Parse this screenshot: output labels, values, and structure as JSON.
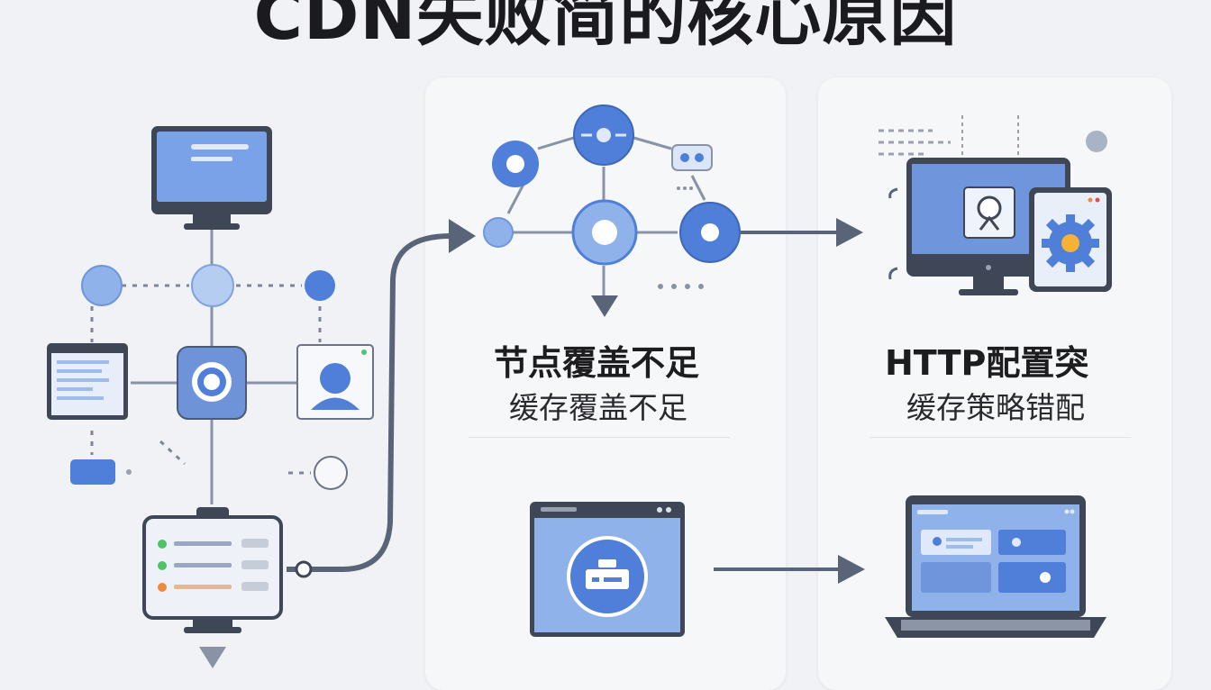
{
  "title": "CDN失败简的核心原因",
  "panels": [
    {
      "heading": "节点覆盖不足",
      "subheading": "缓存覆盖不足"
    },
    {
      "heading": "HTTP配置突",
      "subheading": "缓存策略错配"
    }
  ],
  "colors": {
    "accent": "#4f7fd8",
    "accent_light": "#9dbcea",
    "line": "#5a6479",
    "panel": "#f6f7f9",
    "background": "#f1f2f5",
    "status_green": "#4cc467",
    "status_orange": "#ef8a3c",
    "gear_center": "#f5b234"
  },
  "icons": [
    "desktop-monitor-icon",
    "network-node-icon",
    "user-profile-icon",
    "document-window-icon",
    "server-dashboard-icon",
    "browser-window-icon",
    "laptop-icon",
    "gear-icon",
    "tablet-icon",
    "arrow-icon"
  ]
}
